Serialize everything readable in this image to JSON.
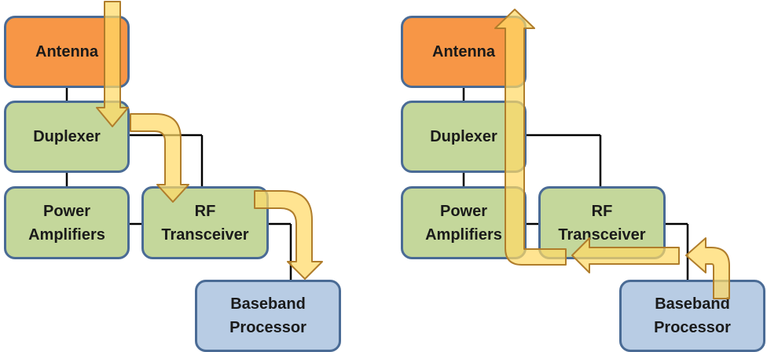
{
  "panels": [
    {
      "id": "left",
      "blocks": {
        "antenna": "Antenna",
        "duplexer": "Duplexer",
        "power_amplifiers": "Power\nAmplifiers",
        "rf_transceiver": "RF\nTransceiver",
        "baseband_processor": "Baseband\nProcessor"
      }
    },
    {
      "id": "right",
      "blocks": {
        "antenna": "Antenna",
        "duplexer": "Duplexer",
        "power_amplifiers": "Power\nAmplifiers",
        "rf_transceiver": "RF\nTransceiver",
        "baseband_processor": "Baseband\nProcessor"
      }
    }
  ],
  "colors": {
    "antenna_fill": "#f79646",
    "block_fill": "#c4d79b",
    "baseband_fill": "#b8cce4",
    "block_border": "#4a6b95",
    "arrow_fill": "#ffd966",
    "arrow_outline": "#b07d2b",
    "connector": "#000000"
  }
}
